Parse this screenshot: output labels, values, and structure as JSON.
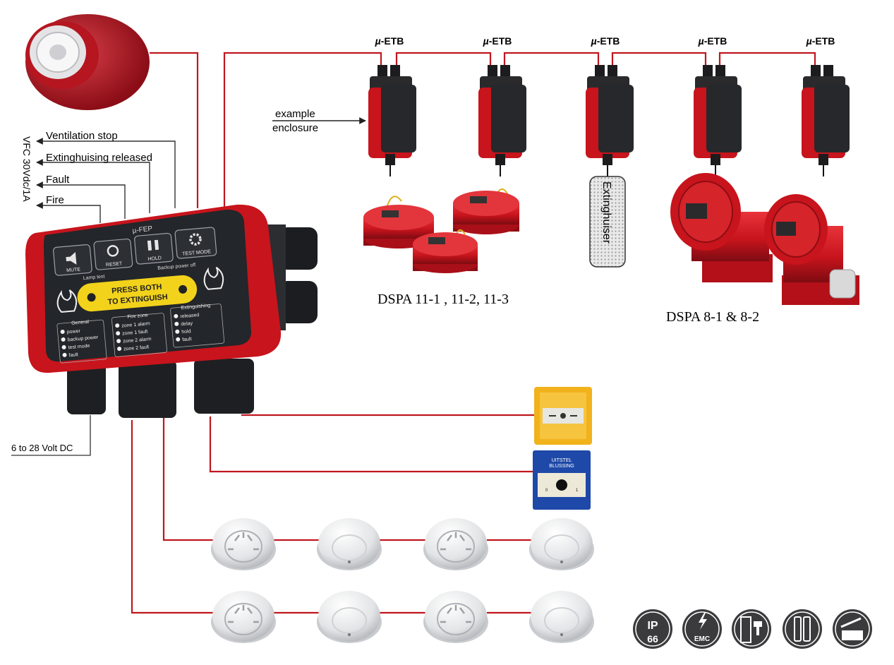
{
  "relay_outputs": {
    "rating": "VFC 30Vdc/1A",
    "items": [
      "Ventilation stop",
      "Extinghuising released",
      "Fault",
      "Fire"
    ]
  },
  "power_label": "6 to 28 Volt DC",
  "panel": {
    "model": "µ-FEP",
    "buttons": [
      "MUTE",
      "RESET",
      "HOLD",
      "TEST MODE"
    ],
    "lamp_test": "Lamp test",
    "backup_power_off": "Backup power off",
    "press_line1": "PRESS BOTH",
    "press_line2": "TO EXTINGUISH",
    "groups": [
      {
        "title": "General",
        "items": [
          "power",
          "backup power",
          "test mode",
          "fault"
        ]
      },
      {
        "title": "Fire zone",
        "items": [
          "zone 1 alarm",
          "zone 1 fault",
          "zone 2 alarm",
          "zone 2 fault"
        ]
      },
      {
        "title": "Extinguishing",
        "items": [
          "released",
          "delay",
          "hold",
          "fault"
        ]
      }
    ]
  },
  "etb_prefix": "µ",
  "etb_suffix": "-ETB",
  "enclosure_note": {
    "line1": "example",
    "line2": "enclosure"
  },
  "extinguiser_label": "Extinghuiser",
  "dspa11_label": "DSPA 11-1 , 11-2, 11-3",
  "dspa8_label": "DSPA 8-1 & 8-2",
  "blue_box": {
    "line1": "UITSTEL",
    "line2": "BLUSSING",
    "left": "0",
    "right": "1"
  },
  "cert_icons": [
    "ip66-icon",
    "emc-icon",
    "door-drill-icon",
    "battery-icon",
    "box-lid-icon"
  ],
  "cert_text": {
    "ip_top": "IP",
    "ip_bottom": "66",
    "emc": "EMC"
  },
  "colors": {
    "wire": "#c0171f",
    "product_red": "#c8141c",
    "panel_dark": "#23262a",
    "button_yellow": "#f2d21b"
  }
}
